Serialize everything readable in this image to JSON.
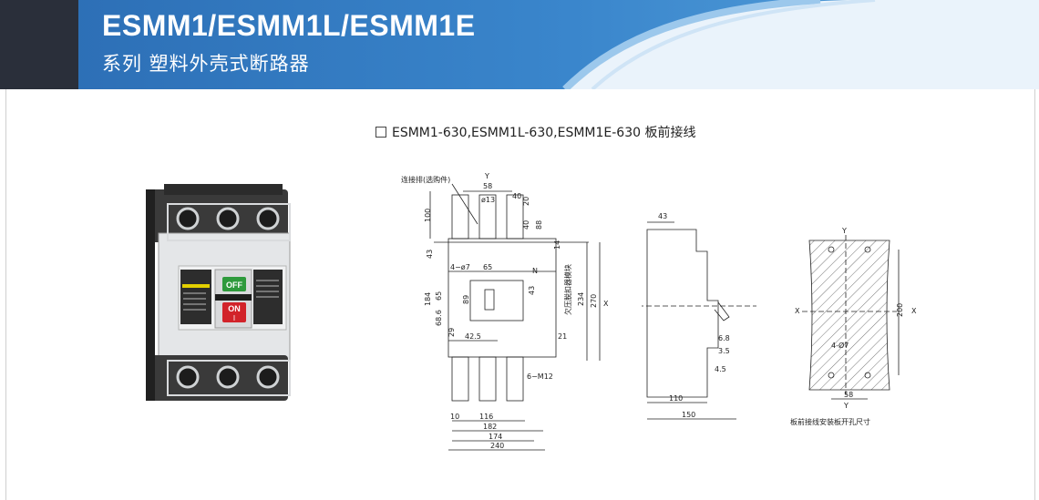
{
  "header": {
    "title": "ESMM1/ESMM1L/ESMM1E",
    "subtitle": "系列  塑料外壳式断路器"
  },
  "section_heading": "ESMM1-630,ESMM1L-630,ESMM1E-630 板前接线",
  "product": {
    "button_off": "OFF",
    "button_on": "ON",
    "button_on_symbol": "I"
  },
  "front_view": {
    "connector_label": "连接排(选购件)",
    "axis_y": "Y",
    "axis_x": "X",
    "axis_n": "N",
    "side_text": "欠压脱扣器模块",
    "dims": {
      "d58": "58",
      "d13": "ø13",
      "d40": "40",
      "d20": "20",
      "d100": "100",
      "d40b": "40",
      "d88": "88",
      "d43": "43",
      "d14": "14",
      "d4_7": "4−ø7",
      "d65": "65",
      "d184": "184",
      "d65b": "65",
      "d89": "89",
      "d43b": "43",
      "d234": "234",
      "d270": "270",
      "d68_6": "68.6",
      "d29": "29",
      "d42_5": "42.5",
      "d21": "21",
      "d6m12": "6−M12",
      "d10": "10",
      "d116": "116",
      "d182": "182",
      "d174": "174",
      "d240": "240"
    }
  },
  "side_view": {
    "dims": {
      "d43": "43",
      "d6_8": "6.8",
      "d3_5": "3.5",
      "d4_5": "4.5",
      "d110": "110",
      "d150": "150"
    }
  },
  "mounting_view": {
    "axis_y_top": "Y",
    "axis_y_bottom": "Y",
    "axis_x_left": "X",
    "axis_x_right": "X",
    "d200": "200",
    "d4_7": "4-Ø7",
    "d58": "58",
    "caption": "板前接线安装板开孔尺寸"
  },
  "colors": {
    "header_blue": "#2e6fb5",
    "header_light": "#7fb3e0",
    "header_dark": "#2a2f3a",
    "off_button": "#2e9a3c",
    "on_button": "#d2232a"
  }
}
